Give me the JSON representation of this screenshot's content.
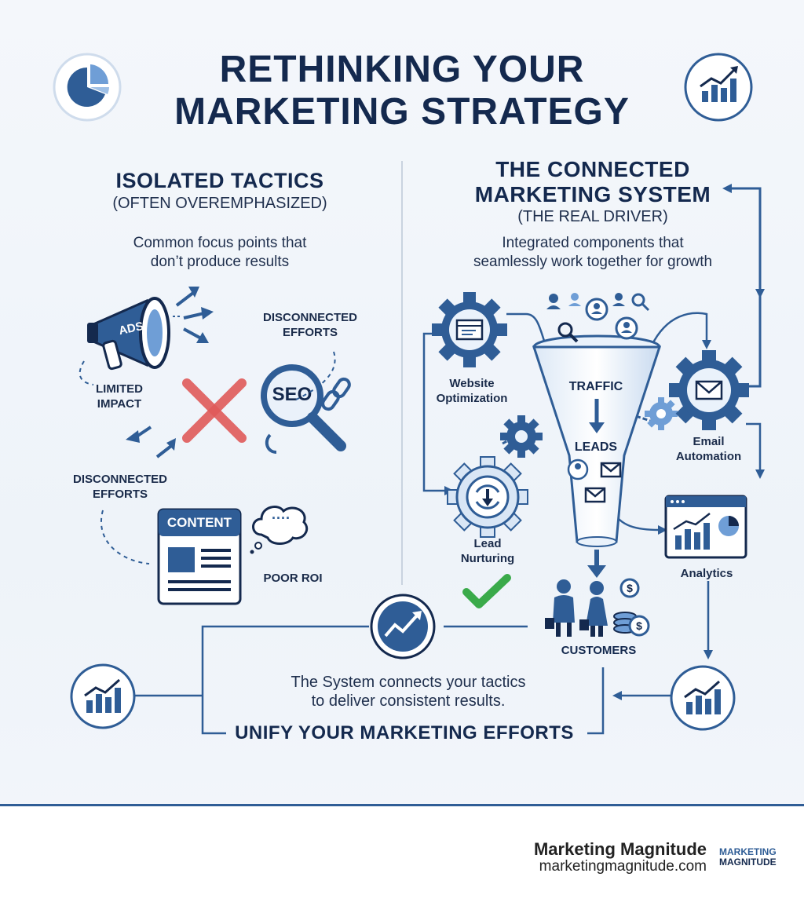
{
  "title": {
    "line1": "RETHINKING YOUR",
    "line2": "MARKETING STRATEGY"
  },
  "left": {
    "heading": "ISOLATED TACTICS",
    "subheading": "(OFTEN OVEREMPHASIZED)",
    "desc_line1": "Common focus points that",
    "desc_line2": "don’t produce results",
    "ads_label": "ADS",
    "seo_label": "SEO",
    "content_label": "CONTENT",
    "disconnected_top_1": "DISCONNECTED",
    "disconnected_top_2": "EFFORTS",
    "limited_1": "LIMITED",
    "limited_2": "IMPACT",
    "disconnected_bottom_1": "DISCONNECTED",
    "disconnected_bottom_2": "EFFORTS",
    "poor_roi": "POOR ROI",
    "thought": "...."
  },
  "right": {
    "heading_line1": "THE CONNECTED",
    "heading_line2": "MARKETING SYSTEM",
    "subheading": "(THE REAL DRIVER)",
    "desc_line1": "Integrated components that",
    "desc_line2": "seamlessly work together for growth",
    "website_1": "Website",
    "website_2": "Optimization",
    "traffic": "TRAFFIC",
    "leads": "LEADS",
    "email_1": "Email",
    "email_2": "Automation",
    "lead_1": "Lead",
    "lead_2": "Nurturing",
    "analytics": "Analytics",
    "customers": "CUSTOMERS"
  },
  "bottom": {
    "line1": "The System connects your tactics",
    "line2": "to deliver consistent results.",
    "cta": "UNIFY YOUR MARKETING EFFORTS"
  },
  "footer": {
    "brand": "Marketing Magnitude",
    "url": "marketingmagnitude.com",
    "logo_line1": "MARKETING",
    "logo_line2": "MAGNITUDE"
  },
  "colors": {
    "navy": "#14294e",
    "blue": "#2f5d96",
    "light_blue": "#6f9ed6",
    "red": "#e05a5a",
    "green": "#3aaa4a"
  }
}
